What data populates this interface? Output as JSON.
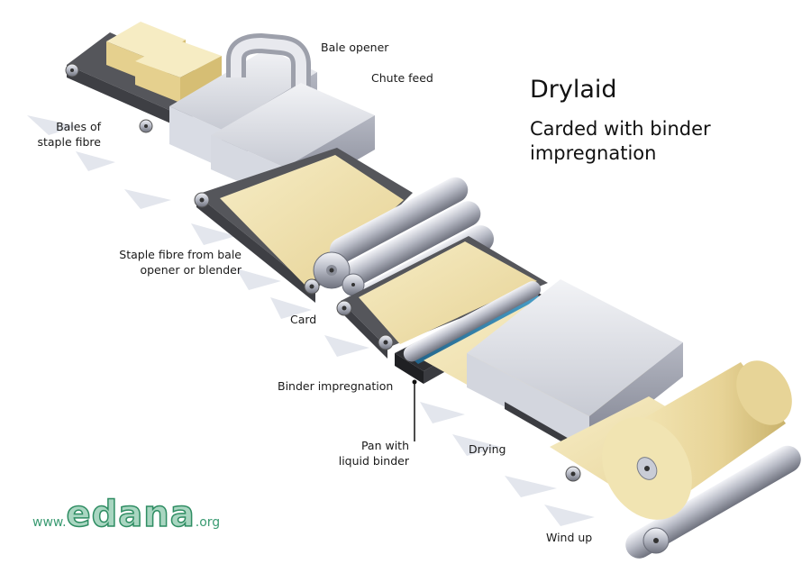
{
  "title": "Drylaid",
  "subtitle_lines": [
    "Carded with binder",
    "impregnation"
  ],
  "labels": {
    "bale_opener": "Bale opener",
    "chute_feed": "Chute feed",
    "bales": [
      "Bales of",
      "staple fibre"
    ],
    "staple_fibre": [
      "Staple fibre from bale",
      "opener or blender"
    ],
    "card": "Card",
    "binder_impregnation": "Binder impregnation",
    "pan": [
      "Pan with",
      "liquid binder"
    ],
    "drying": "Drying",
    "wind_up": "Wind up"
  },
  "logo": {
    "prefix": "www.",
    "brand": "edana",
    "suffix": ".org"
  },
  "colors": {
    "fibre": "#efe2b0",
    "machine": "#e4e6ec",
    "conveyor": "#5c5c60",
    "roller": "#a9abb6",
    "binder_bath": "#2d7aa3",
    "arrow": "#e3e6ed",
    "brand": "#3a9b72"
  }
}
